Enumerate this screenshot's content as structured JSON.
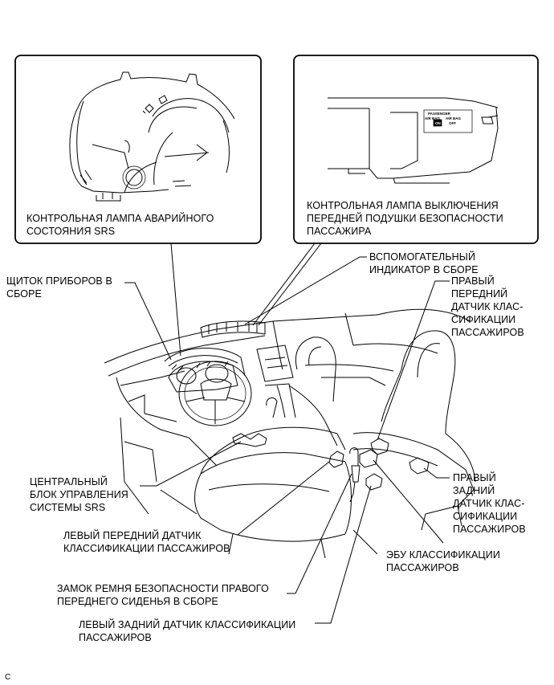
{
  "callouts": {
    "left_box": "КОНТРОЛЬНАЯ ЛАМПА АВАРИЙНОГО\nСОСТОЯНИЯ SRS",
    "right_box": "КОНТРОЛЬНАЯ ЛАМПА ВЫКЛЮЧЕНИЯ\nПЕРЕДНЕЙ ПОДУШКИ БЕЗОПАСНОСТИ\nПАССАЖИРА"
  },
  "inset_text": {
    "passenger": "PASSENGER",
    "airbag_on": "AIR BAG",
    "on": "ON",
    "airbag_off": "AIR BAG",
    "off": "OFF"
  },
  "labels": {
    "combination_meter": "ЩИТОК ПРИБОРОВ В\nСБОРЕ",
    "accessory_meter": "ВСПОМОГАТЕЛЬНЫЙ\nИНДИКАТОР В СБОРЕ",
    "rh_front_sensor": "ПРАВЫЙ\nПЕРЕДНИЙ\nДАТЧИК КЛАС-\nСИФИКАЦИИ\nПАССАЖИРОВ",
    "center_airbag_sensor": "ЦЕНТРАЛЬНЫЙ\nБЛОК УПРАВЛЕНИЯ\nСИСТЕМЫ SRS",
    "rh_rear_sensor": "ПРАВЫЙ\nЗАДНИЙ\nДАТЧИК КЛАС-\nСИФИКАЦИИ\nПАССАЖИРОВ",
    "lh_front_sensor": "ЛЕВЫЙ ПЕРЕДНИЙ ДАТЧИК\nКЛАССИФИКАЦИИ ПАССАЖИРОВ",
    "occupant_ecu": "ЭБУ КЛАССИФИКАЦИИ\nПАССАЖИРОВ",
    "buckle_switch": "ЗАМОК РЕМНЯ БЕЗОПАСНОСТИ ПРАВОГО\nПЕРЕДНЕГО СИДЕНЬЯ В СБОРЕ",
    "lh_rear_sensor": "ЛЕВЫЙ ЗАДНИЙ ДАТЧИК КЛАССИФИКАЦИИ\nПАССАЖИРОВ"
  },
  "footer": {
    "code": "C"
  }
}
